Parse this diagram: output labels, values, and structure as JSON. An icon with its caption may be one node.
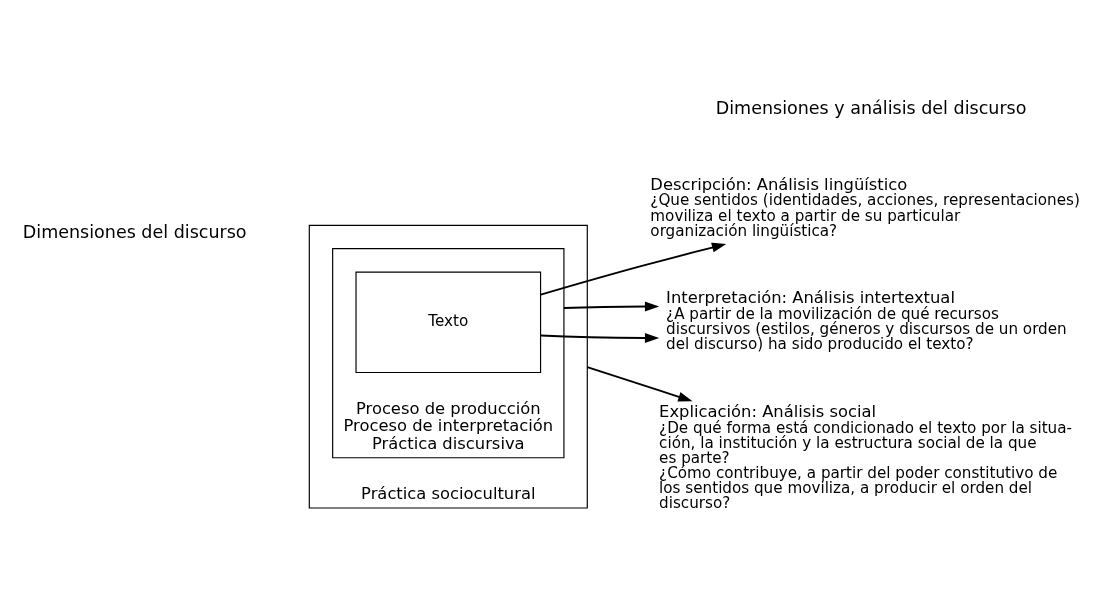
{
  "diagram": {
    "nodes": [
      {
        "text": [
          "Práctica sociocultural"
        ]
      },
      {
        "text": [
          "Proceso de producción",
          "Proceso de interpretación",
          "Práctica discursiva"
        ],
        "in": 0
      },
      {
        "text": [
          "Texto"
        ],
        "in": 1
      },
      {
        "text": [
          "Descripción: Análisis lingüístico",
          "¿Que sentidos (identidades, acciones, representaciones) moviliza el texto a partir de su particular organización lingüística?"
        ]
      },
      {
        "text": [
          "Interpretación: Análisis intertextual",
          "¿A partir de la movilización de qué recursos discursivos (estilos, géneros y discursos de un orden del discurso) ha sido producido el texto?"
        ]
      },
      {
        "text": [
          "Explicación: Análisis social",
          "¿De qué forma está condicionado el texto por la situa- ción, la institución y la estructura social de la que es parte?",
          "¿Cómo contribuye, a partir del poder constitutivo de los sentidos que moviliza, a producir el orden del discurso?"
        ]
      }
    ],
    "edges": [
      {
        "from": 2,
        "to": 3,
        "arrow": "to"
      },
      {
        "from": 2,
        "to": 4,
        "arrow": "to"
      },
      {
        "from": 1,
        "to": 4,
        "arrow": "to"
      },
      {
        "from": 0,
        "to": 5,
        "arrow": "to"
      }
    ],
    "labels": [
      "Dimensiones del discurso",
      "Dimensiones y análisis del discurso"
    ]
  }
}
